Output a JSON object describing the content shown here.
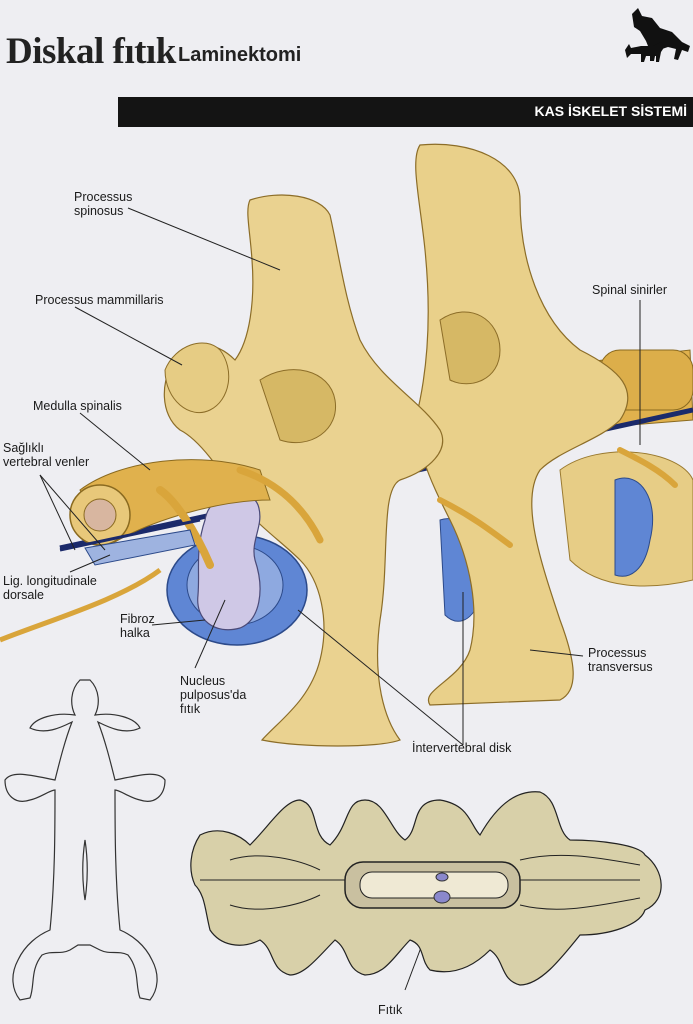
{
  "header": {
    "title": "Diskal fıtık",
    "subtitle": "Laminektomi",
    "category": "KAS İSKELET SİSTEMİ"
  },
  "labels": {
    "processus_spinosus": "Processus\nspinosus",
    "processus_mammillaris": "Processus mammillaris",
    "medulla_spinalis": "Medulla spinalis",
    "saglikli_venler": "Sağlıklı\nvertebral venler",
    "lig_longitudinale": "Lig. longitudinale\ndorsale",
    "fibroz_halka": "Fibroz\nhalka",
    "nucleus": "Nucleus\npulposus'da\nfıtık",
    "spinal_sinirler": "Spinal sinirler",
    "processus_transversus": "Processus\ntransversus",
    "intervertebral_disk": "İntervertebral disk",
    "fitik": "Fıtık"
  },
  "colors": {
    "bone": "#e9d08a",
    "bone_shadow": "#c9a851",
    "disk": "#5f86d4",
    "nucleus": "#cfc8e6",
    "nerve": "#d9a53b",
    "plan_bone": "#d8d0a9"
  },
  "icons": {
    "logo": "dog-cat-icon"
  }
}
